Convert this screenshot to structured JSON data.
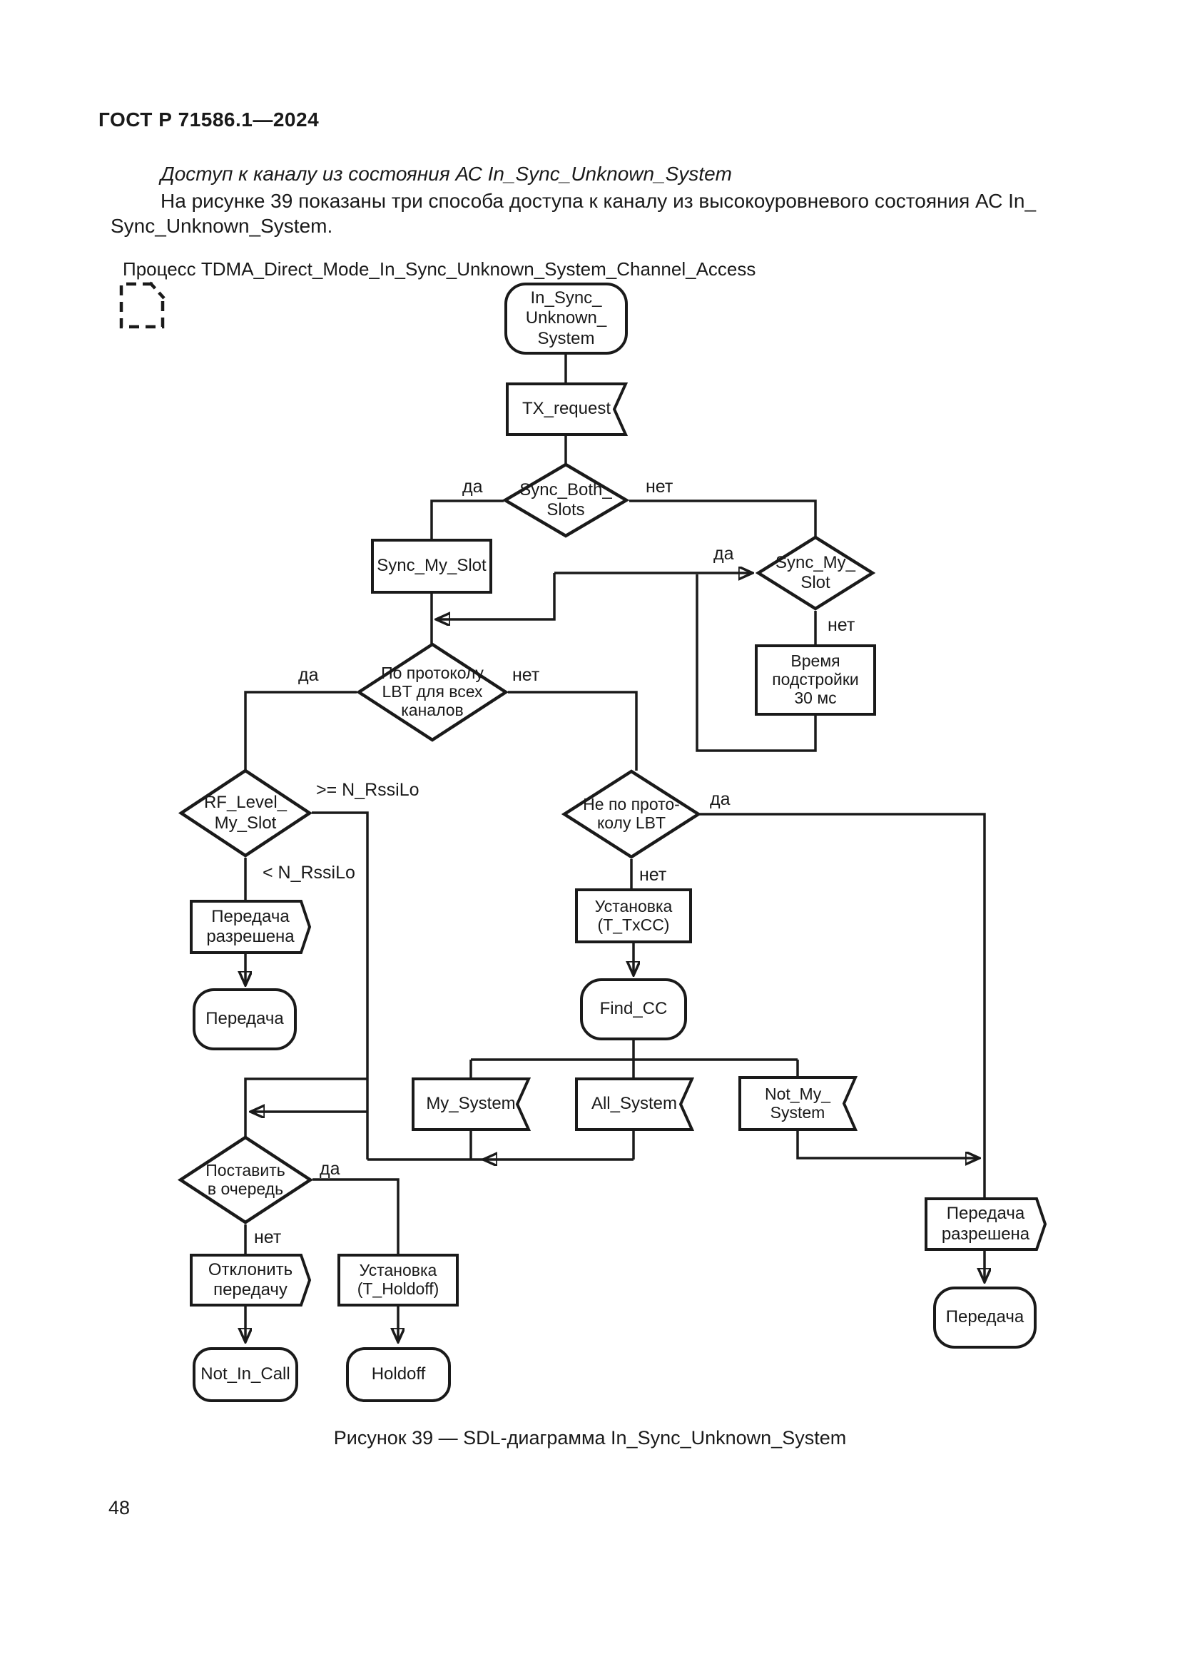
{
  "page": {
    "header": "ГОСТ Р 71586.1—2024",
    "intro_italic": "Доступ к каналу из состояния АС In_Sync_Unknown_System",
    "intro_line1": "На рисунке 39 показаны три способа доступа к каналу из высокоуровневого состояния АС In_",
    "intro_line2": "Sync_Unknown_System.",
    "caption": "Рисунок 39 — SDL-диаграмма In_Sync_Unknown_System",
    "page_number": "48"
  },
  "diagram": {
    "process_label": "Процесс TDMA_Direct_Mode_In_Sync_Unknown_System_Channel_Access",
    "labels": {
      "yes": "да",
      "no": "нет",
      "rssi_ge": ">= N_RssiLo",
      "rssi_lt": "< N_RssiLo"
    },
    "nodes": {
      "state_top": {
        "type": "state",
        "lines": [
          "In_Sync_",
          "Unknown_",
          "System"
        ]
      },
      "tx_request": {
        "type": "input",
        "lines": [
          "TX_request"
        ]
      },
      "sync_both_slots": {
        "type": "decision",
        "lines": [
          "Sync_Both_",
          "Slots"
        ]
      },
      "sync_my_slot_task": {
        "type": "task",
        "lines": [
          "Sync_My_Slot"
        ]
      },
      "sync_my_slot_dec": {
        "type": "decision",
        "lines": [
          "Sync_My_",
          "Slot"
        ]
      },
      "adjust_time": {
        "type": "task",
        "lines": [
          "Время",
          "подстройки",
          "30 мс"
        ]
      },
      "lbt_all": {
        "type": "decision",
        "lines": [
          "По протоколу",
          "LBT для всех",
          "каналов"
        ]
      },
      "rf_level": {
        "type": "decision",
        "lines": [
          "RF_Level_",
          "My_Slot"
        ]
      },
      "tx_allowed_left": {
        "type": "output",
        "lines": [
          "Передача",
          "разрешена"
        ]
      },
      "tx_state_left": {
        "type": "state",
        "lines": [
          "Передача"
        ]
      },
      "not_lbt": {
        "type": "decision",
        "lines": [
          "Не по прото-",
          "колу LBT"
        ]
      },
      "set_txcc": {
        "type": "task",
        "lines": [
          "Установка",
          "(T_TxCC)"
        ]
      },
      "find_cc": {
        "type": "state",
        "lines": [
          "Find_CC"
        ]
      },
      "my_system": {
        "type": "input",
        "lines": [
          "My_System"
        ]
      },
      "all_system": {
        "type": "input",
        "lines": [
          "All_System"
        ]
      },
      "not_my_system": {
        "type": "input",
        "lines": [
          "Not_My_",
          "System"
        ]
      },
      "queue": {
        "type": "decision",
        "lines": [
          "Поставить",
          "в очередь"
        ]
      },
      "decline": {
        "type": "output",
        "lines": [
          "Отклонить",
          "передачу"
        ]
      },
      "set_holdoff": {
        "type": "task",
        "lines": [
          "Установка",
          "(T_Holdoff)"
        ]
      },
      "not_in_call": {
        "type": "state",
        "lines": [
          "Not_In_Call"
        ]
      },
      "holdoff": {
        "type": "state",
        "lines": [
          "Holdoff"
        ]
      },
      "tx_allowed_right": {
        "type": "output",
        "lines": [
          "Передача",
          "разрешена"
        ]
      },
      "tx_state_right": {
        "type": "state",
        "lines": [
          "Передача"
        ]
      }
    }
  }
}
